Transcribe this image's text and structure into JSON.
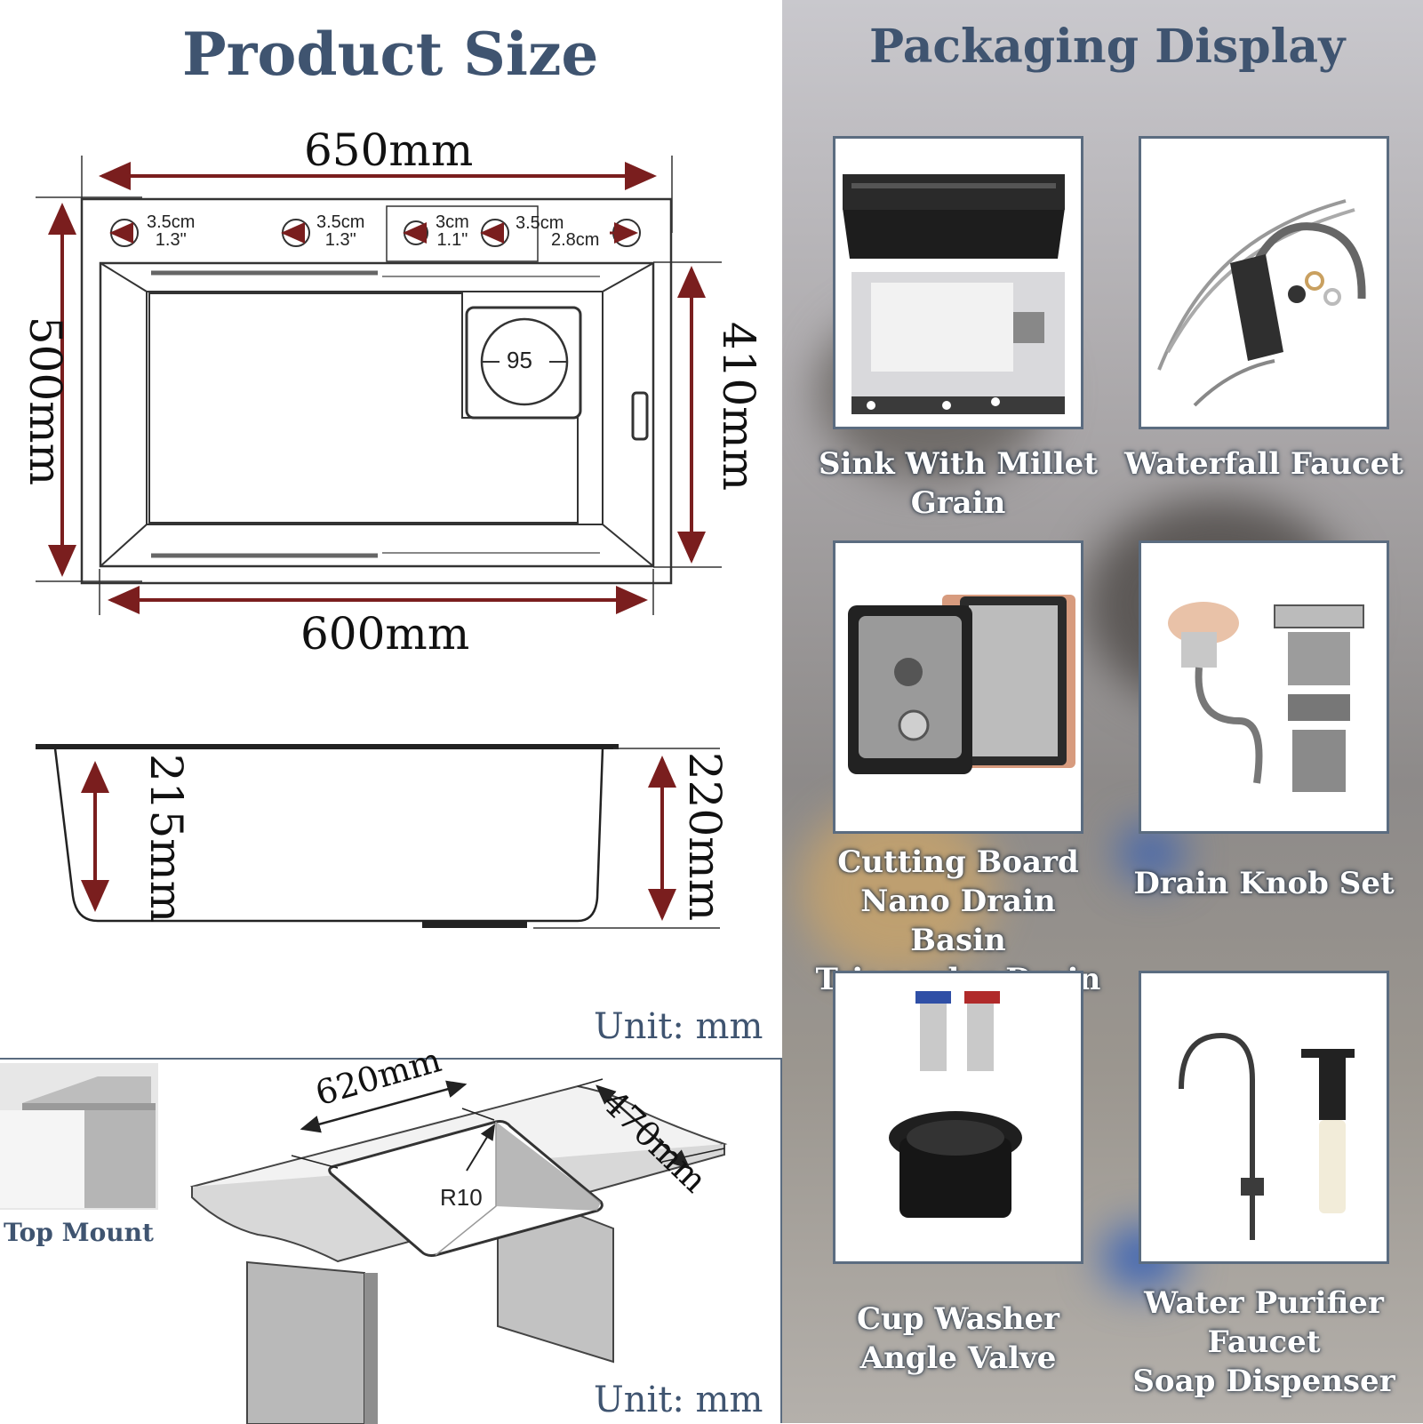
{
  "left": {
    "title": "Product Size",
    "top_view": {
      "overall_length": "650mm",
      "overall_width": "500mm",
      "inner_length": "600mm",
      "inner_width": "410mm",
      "holes": [
        {
          "cm": "3.5cm",
          "in": "1.3\""
        },
        {
          "cm": "3.5cm",
          "in": "1.3\""
        },
        {
          "cm": "3cm",
          "in": "1.1\""
        },
        {
          "cm": "3.5cm",
          "in": ""
        },
        {
          "cm": "2.8cm",
          "in": ""
        }
      ],
      "drain": "95"
    },
    "side_view": {
      "inner_depth": "215mm",
      "outer_depth": "220mm"
    },
    "unit_label_1": "Unit: mm",
    "install": {
      "cutout_length": "620mm",
      "cutout_width": "470mm",
      "radius": "R10",
      "mount_label": "Top Mount",
      "unit_label_2": "Unit: mm"
    }
  },
  "right": {
    "title": "Packaging Display",
    "items": [
      {
        "lines": [
          "Sink With Millet",
          "Grain"
        ]
      },
      {
        "lines": [
          "Waterfall Faucet"
        ]
      },
      {
        "lines": [
          "Cutting Board",
          "Nano Drain Basin",
          "Triangular Drain"
        ]
      },
      {
        "lines": [
          "Drain Knob Set"
        ]
      },
      {
        "lines": [
          "Cup Washer",
          "Angle Valve"
        ]
      },
      {
        "lines": [
          "Water Purifier",
          "Faucet",
          "Soap Dispenser"
        ]
      }
    ]
  },
  "colors": {
    "title": "#3f5470",
    "arrow": "#7a1e1e",
    "card_border": "#5b6c80"
  }
}
